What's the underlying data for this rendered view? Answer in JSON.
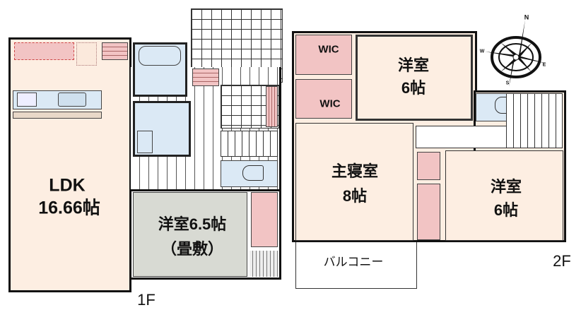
{
  "floor1": {
    "label": "1F",
    "rooms": {
      "ldk_name": "LDK",
      "ldk_size": "16.66帖",
      "western_name": "洋室6.5帖",
      "western_note": "（畳敷）"
    }
  },
  "floor2": {
    "label": "2F",
    "rooms": {
      "wic1": "WIC",
      "wic2": "WIC",
      "western1_name": "洋室",
      "western1_size": "6帖",
      "master_name": "主寝室",
      "master_size": "8帖",
      "western2_name": "洋室",
      "western2_size": "6帖",
      "balcony": "バルコニー"
    }
  },
  "compass": {
    "n": "N",
    "s": "S",
    "e": "E",
    "w": "W"
  },
  "colors": {
    "warm": "#fdeee2",
    "blue": "#dbe9f5",
    "pink": "#f2c4c4",
    "tatami": "#d8dad3"
  }
}
